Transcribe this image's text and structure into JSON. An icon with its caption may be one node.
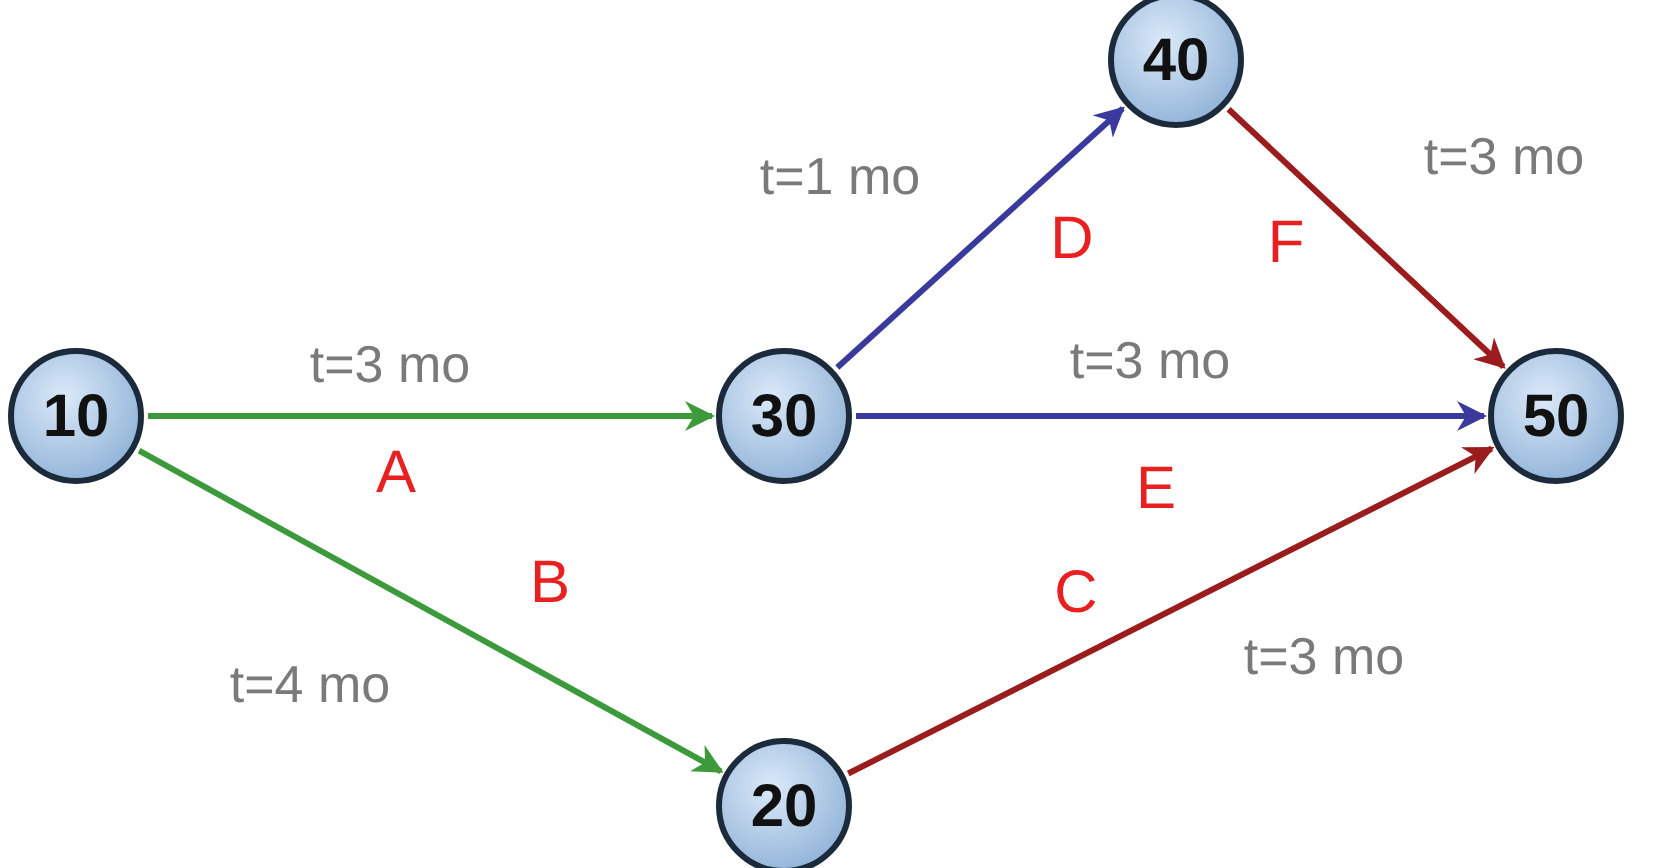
{
  "diagram": {
    "nodes": [
      {
        "text": [
          "10"
        ]
      },
      {
        "text": [
          "20"
        ]
      },
      {
        "text": [
          "30"
        ]
      },
      {
        "text": [
          "40"
        ]
      },
      {
        "text": [
          "50"
        ]
      }
    ],
    "edges": [
      {
        "from": 0,
        "to": 2,
        "arrow": "to",
        "label": "A",
        "color": "#3c9a3c"
      },
      {
        "from": 0,
        "to": 1,
        "arrow": "to",
        "label": "B",
        "color": "#3c9a3c"
      },
      {
        "from": 1,
        "to": 4,
        "arrow": "to",
        "label": "C",
        "color": "#9a1c1c"
      },
      {
        "from": 2,
        "to": 3,
        "arrow": "to",
        "label": "D",
        "color": "#3a3a9c"
      },
      {
        "from": 2,
        "to": 4,
        "arrow": "to",
        "label": "E",
        "color": "#3a3a9c"
      },
      {
        "from": 3,
        "to": 4,
        "arrow": "to",
        "label": "F",
        "color": "#9a1c1c"
      }
    ],
    "labels": [
      "t=1 mo",
      "t=3 mo",
      "t=3 mo",
      "t=3 mo",
      "t=4 mo",
      "t=3 mo"
    ]
  }
}
